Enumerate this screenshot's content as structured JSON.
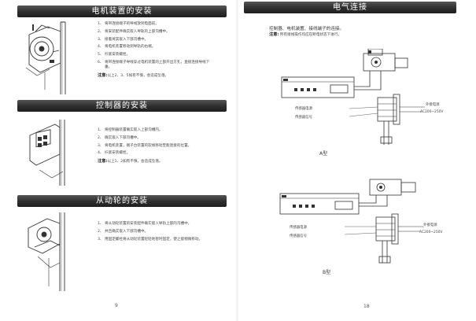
{
  "left": {
    "motor": {
      "title": "电机装置的安装",
      "steps": [
        {
          "num": "1、",
          "text": "将带连接端子的导线放到电面前。"
        },
        {
          "num": "2、",
          "text": "将安装配件确实嵌入导轨的上部沟槽中。"
        },
        {
          "num": "3、",
          "text": "接着将其嵌入下部沟槽中。"
        },
        {
          "num": "4、",
          "text": "将电机装置移动到导轨的右端。"
        },
        {
          "num": "5、",
          "text": "拧紧安装螺栓。"
        },
        {
          "num": "6、",
          "text": "将带连接端子导线穿过电机装置的上部开出方孔，直接连接导线下垂。"
        }
      ],
      "note_label": "注意:",
      "note": "以上2、3、5如有不慎，会造成坠落。"
    },
    "controller": {
      "title": "控制器的安装",
      "steps": [
        {
          "num": "1、",
          "text": "将控制器装置确实嵌入上部沟槽内。"
        },
        {
          "num": "2、",
          "text": "确实嵌入下部沟槽中。"
        },
        {
          "num": "3、",
          "text": "将电机装置，端子台装置的软线移动至能连接的位置。"
        },
        {
          "num": "4、",
          "text": "拧紧安装螺栓。"
        }
      ],
      "note_label": "注意:",
      "note": "以上1、2如有不慎，会造成坠落。"
    },
    "pulley": {
      "title": "从动轮的安装",
      "steps": [
        {
          "num": "1、",
          "text": "将从动轮装置的安装配件确实嵌入导轨上部的沟槽中。"
        },
        {
          "num": "2、",
          "text": "并且确实嵌入下部沟槽中。"
        },
        {
          "num": "3、",
          "text": "用固定螺栓将从动轮装置轻轻地暂时固定，使之能稍微移动。"
        }
      ]
    },
    "page_number": "9"
  },
  "right": {
    "title": "电气连接",
    "intro": "控制器、电机装置、接线端子的连接。",
    "note_label": "注意:",
    "note": "所有接线操作均应在断电状态下进行。",
    "labels": {
      "sensor_power": "传感器电源",
      "sensor_signal": "传感器信号",
      "external_power": "外接电源",
      "voltage": "AC200~250V"
    },
    "model_a": "A型",
    "model_b": "B型",
    "page_number": "18"
  }
}
